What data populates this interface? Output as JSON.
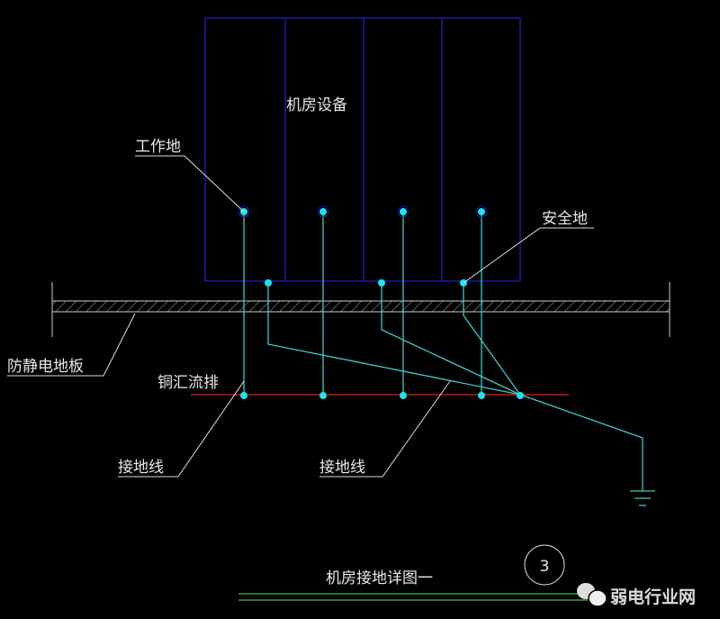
{
  "labels": {
    "equipment": "机房设备",
    "work_ground": "工作地",
    "safety_ground": "安全地",
    "antistatic_floor": "防静电地板",
    "copper_busbar": "铜汇流排",
    "ground_wire_1": "接地线",
    "ground_wire_2": "接地线"
  },
  "title": "机房接地详图一",
  "detail_number": "3",
  "watermark": "弱电行业网",
  "colors": {
    "cabinet": "#1a1aa8",
    "wire": "#3fc9c9",
    "busbar": "#e02020",
    "node": "#19e6f0",
    "title_line": "#3a9a3a"
  }
}
